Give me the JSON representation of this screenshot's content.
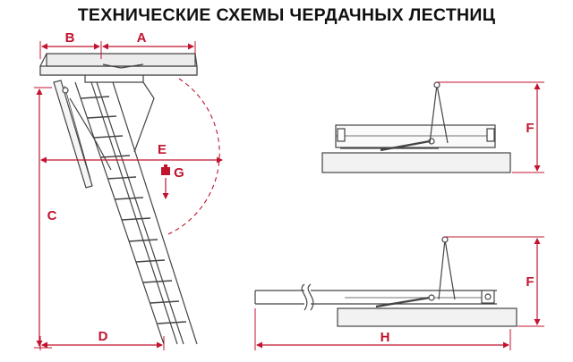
{
  "title": "ТЕХНИЧЕСКИЕ СХЕМЫ ЧЕРДАЧНЫХ ЛЕСТНИЦ",
  "colors": {
    "dimension": "#c0142f",
    "line": "#444444",
    "frame_fill": "#f2f2f2"
  },
  "labels": {
    "a": "A",
    "b": "B",
    "c": "C",
    "d": "D",
    "e": "E",
    "g": "G",
    "f_top": "F",
    "f_bottom": "F",
    "h": "H"
  }
}
